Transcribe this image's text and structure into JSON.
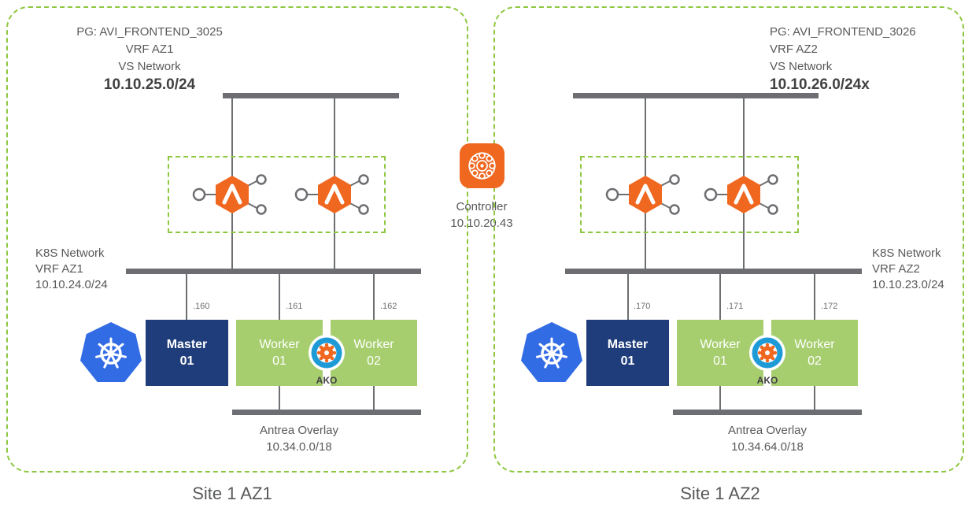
{
  "colors": {
    "accent_green": "#8ec740",
    "bar_gray": "#6d6e71",
    "avi_orange": "#f0671f",
    "master_navy": "#1f3d7a",
    "worker_green": "#a6ce6e",
    "kubernetes_blue": "#326ce5",
    "ako_blue": "#1e9bd7"
  },
  "controller": {
    "icon": "avi-controller-icon",
    "label": "Controller",
    "ip": "10.10.20.43"
  },
  "sites": [
    {
      "site_label": "Site 1 AZ1",
      "frontend": {
        "pg": "PG: AVI_FRONTEND_3025",
        "vrf": "VRF AZ1",
        "network_label": "VS Network",
        "cidr": "10.10.25.0/24"
      },
      "k8s_network": {
        "label": "K8S Network",
        "vrf": "VRF AZ1",
        "cidr": "10.10.24.0/24"
      },
      "service_engine_icons": [
        "avi-service-engine-icon",
        "avi-service-engine-icon"
      ],
      "node_ips": [
        ".160",
        ".161",
        ".162"
      ],
      "nodes": [
        {
          "type": "master",
          "label": "Master\n01"
        },
        {
          "type": "worker",
          "label": "Worker\n01"
        },
        {
          "type": "worker",
          "label": "Worker\n02"
        }
      ],
      "ako_label": "AKO",
      "antrea": {
        "label": "Antrea Overlay",
        "cidr": "10.34.0.0/18"
      }
    },
    {
      "site_label": "Site 1 AZ2",
      "frontend": {
        "pg": "PG: AVI_FRONTEND_3026",
        "vrf": "VRF AZ2",
        "network_label": "VS Network",
        "cidr": "10.10.26.0/24x"
      },
      "k8s_network": {
        "label": "K8S Network",
        "vrf": "VRF AZ2",
        "cidr": "10.10.23.0/24"
      },
      "service_engine_icons": [
        "avi-service-engine-icon",
        "avi-service-engine-icon"
      ],
      "node_ips": [
        ".170",
        ".171",
        ".172"
      ],
      "nodes": [
        {
          "type": "master",
          "label": "Master\n01"
        },
        {
          "type": "worker",
          "label": "Worker\n01"
        },
        {
          "type": "worker",
          "label": "Worker\n02"
        }
      ],
      "ako_label": "AKO",
      "antrea": {
        "label": "Antrea Overlay",
        "cidr": "10.34.64.0/18"
      }
    }
  ]
}
